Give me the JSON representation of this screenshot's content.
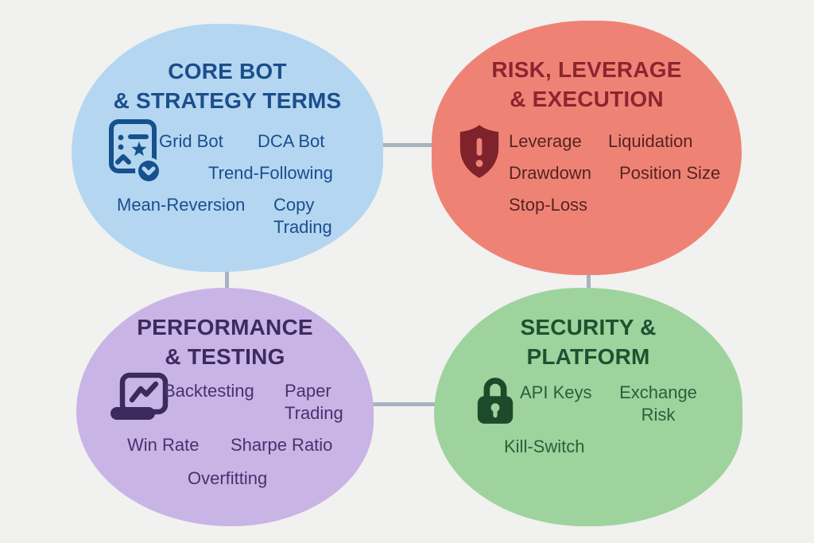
{
  "background_color": "#f1f1ef",
  "connector_color": "#a9b2c1",
  "groups": [
    {
      "id": "core-bot-strategy",
      "title_line1": "CORE BOT",
      "title_line2": "& STRATEGY TERMS",
      "icon": "strategy-checklist-icon",
      "bubble_color": "#b4d6f1",
      "title_color": "#1a4e8c",
      "text_color": "#1a4e8c",
      "terms": [
        "Grid Bot",
        "DCA Bot",
        "Trend-Following",
        "Mean-Reversion",
        "Copy Trading"
      ]
    },
    {
      "id": "risk-leverage-execution",
      "title_line1": "RISK, LEVERAGE",
      "title_line2": "& EXECUTION",
      "icon": "warning-shield-icon",
      "bubble_color": "#ee8375",
      "title_color": "#8c2530",
      "text_color": "#582221",
      "terms": [
        "Leverage",
        "Liquidation",
        "Drawdown",
        "Position Size",
        "Stop-Loss"
      ]
    },
    {
      "id": "performance-testing",
      "title_line1": "PERFORMANCE",
      "title_line2": "& TESTING",
      "icon": "laptop-chart-icon",
      "bubble_color": "#c9b4e6",
      "title_color": "#3c2a60",
      "text_color": "#48326e",
      "terms": [
        "Backtesting",
        "Paper Trading",
        "Win Rate",
        "Sharpe Ratio",
        "Overfitting"
      ]
    },
    {
      "id": "security-platform",
      "title_line1": "SECURITY &",
      "title_line2": "PLATFORM",
      "icon": "padlock-icon",
      "bubble_color": "#9ed39d",
      "title_color": "#1e5130",
      "text_color": "#27613a",
      "terms": [
        "API Keys",
        "Exchange Risk",
        "Kill-Switch"
      ]
    }
  ]
}
